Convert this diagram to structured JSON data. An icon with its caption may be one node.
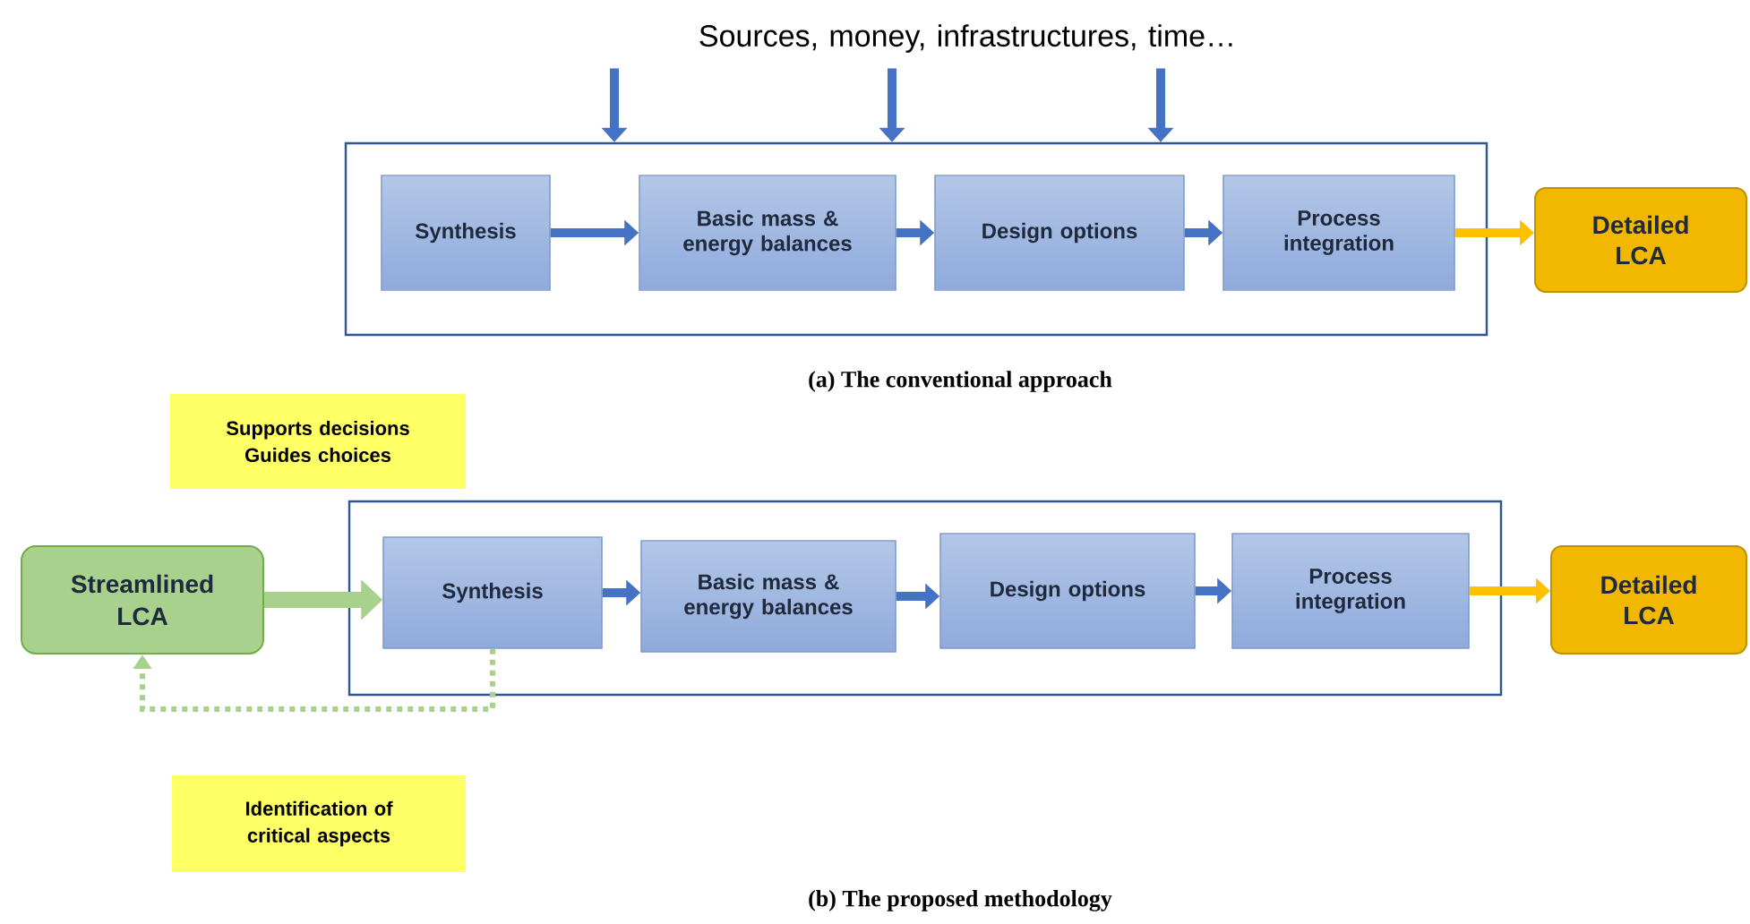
{
  "diagram": {
    "nodes": [
      {
        "text": [
          "Sources, money, infrastructures, time…"
        ]
      },
      {
        "text": [],
        "shape": "box"
      },
      {
        "text": [
          "Synthesis"
        ],
        "in": 1
      },
      {
        "text": [
          "Basic mass & energy balances"
        ],
        "in": 1
      },
      {
        "text": [
          "Design options"
        ],
        "in": 1
      },
      {
        "text": [
          "Process integration"
        ],
        "in": 1
      },
      {
        "text": [
          "Detailed LCA"
        ]
      },
      {
        "text": [
          "Supports decisions",
          "Guides choices"
        ]
      },
      {
        "text": [
          "Streamlined LCA"
        ]
      },
      {
        "text": [],
        "shape": "box"
      },
      {
        "text": [
          "Synthesis"
        ],
        "in": 9
      },
      {
        "text": [
          "Basic mass & energy balances"
        ],
        "in": 9
      },
      {
        "text": [
          "Design options"
        ],
        "in": 9
      },
      {
        "text": [
          "Process integration"
        ],
        "in": 9
      },
      {
        "text": [
          "Detailed LCA"
        ]
      },
      {
        "text": [
          "Identification of critical aspects"
        ]
      }
    ],
    "edges": [
      {
        "from": 0,
        "to": 1,
        "arrow": "to"
      },
      {
        "from": 0,
        "to": 1,
        "arrow": "to"
      },
      {
        "from": 0,
        "to": 1,
        "arrow": "to"
      },
      {
        "from": 2,
        "to": 3,
        "arrow": "to"
      },
      {
        "from": 3,
        "to": 4,
        "arrow": "to"
      },
      {
        "from": 4,
        "to": 5,
        "arrow": "to"
      },
      {
        "from": 5,
        "to": 6,
        "arrow": "to",
        "color": "#ffc000"
      },
      {
        "from": 8,
        "to": 10,
        "arrow": "to",
        "style": "thick",
        "color": "#a9d18e"
      },
      {
        "from": 10,
        "to": 8,
        "arrow": "to",
        "style": "dashed",
        "color": "#a9d18e"
      },
      {
        "from": 10,
        "to": 11,
        "arrow": "to"
      },
      {
        "from": 11,
        "to": 12,
        "arrow": "to"
      },
      {
        "from": 12,
        "to": 13,
        "arrow": "to"
      },
      {
        "from": 13,
        "to": 14,
        "arrow": "to",
        "color": "#ffc000"
      }
    ],
    "labels": [
      "(a)   The conventional approach",
      "(b)   The proposed methodology"
    ]
  }
}
